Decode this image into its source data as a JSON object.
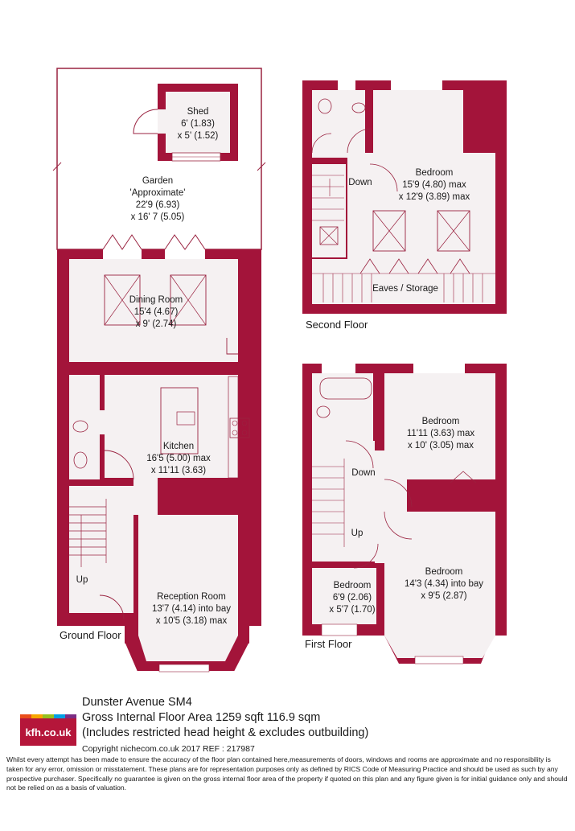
{
  "colors": {
    "wall": "#a3143a",
    "room_fill": "#f5f1f2",
    "line": "#9a2340"
  },
  "ground_floor": {
    "label": "Ground Floor",
    "shed": {
      "name": "Shed",
      "dim1": "6' (1.83)",
      "dim2": "x 5' (1.52)"
    },
    "garden": {
      "name": "Garden",
      "note": "'Approximate'",
      "dim1": "22'9 (6.93)",
      "dim2": "x 16' 7 (5.05)"
    },
    "dining": {
      "name": "Dining Room",
      "dim1": "15'4 (4.67)",
      "dim2": "x 9' (2.74)"
    },
    "kitchen": {
      "name": "Kitchen",
      "dim1": "16'5 (5.00) max",
      "dim2": "x 11'11 (3.63)"
    },
    "reception": {
      "name": "Reception Room",
      "dim1": "13'7 (4.14) into bay",
      "dim2": "x 10'5 (3.18) max"
    },
    "stairs_up": "Up"
  },
  "second_floor": {
    "label": "Second Floor",
    "bedroom": {
      "name": "Bedroom",
      "dim1": "15'9 (4.80) max",
      "dim2": "x 12'9 (3.89) max"
    },
    "stairs_down": "Down",
    "eaves": "Eaves / Storage"
  },
  "first_floor": {
    "label": "First Floor",
    "bedroom_rear": {
      "name": "Bedroom",
      "dim1": "11'11 (3.63) max",
      "dim2": "x 10' (3.05) max"
    },
    "bedroom_front": {
      "name": "Bedroom",
      "dim1": "14'3 (4.34) into bay",
      "dim2": "x 9'5 (2.87)"
    },
    "bedroom_small": {
      "name": "Bedroom",
      "dim1": "6'9 (2.06)",
      "dim2": "x 5'7 (1.70)"
    },
    "stairs_down": "Down",
    "stairs_up": "Up"
  },
  "footer": {
    "address": "Dunster Avenue  SM4",
    "area": "Gross Internal Floor Area 1259 sqft 116.9 sqm",
    "note": "(Includes restricted head height & excludes outbuilding)",
    "logo": "kfh.co.uk",
    "copyright": "Copyright nichecom.co.uk 2017 REF : 217987",
    "disclaimer": "Whilst every attempt has been made to ensure the accuracy of the floor plan contained here,measurements of doors, windows and rooms are approximate and no responsibility is taken for any error, omission or misstatement. These plans are for representation purposes only as defined by RICS Code of Measuring Practice and should be used as such by any prospective purchaser.  Specifically no guarantee is given on the gross internal floor area of the property if quoted on this plan and any figure given is for initial guidance only and should not be relied on as a basis of valuation."
  }
}
